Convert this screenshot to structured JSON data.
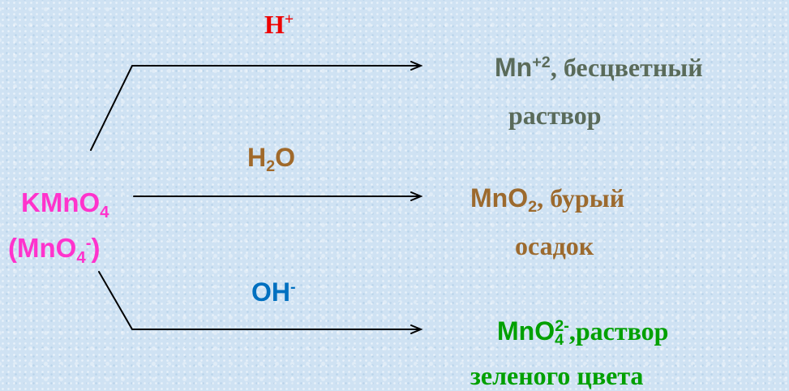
{
  "colors": {
    "reactant": "#ff33cc",
    "acid": "#ee0000",
    "water": "#a0692a",
    "base": "#0070c0",
    "mn2": "#5a6b5a",
    "mno2": "#9c6a2e",
    "mno4_2": "#00a000",
    "line": "#000000"
  },
  "reactant": {
    "formula_1": "KMnO",
    "formula_1_sub": "4",
    "formula_2_open": "(MnO",
    "formula_2_sub": "4",
    "formula_2_sup": "-",
    "formula_2_close": ")"
  },
  "conditions": {
    "acid": {
      "base": "H",
      "sup": "+"
    },
    "water": {
      "base": "H",
      "sub": "2",
      "end": "O"
    },
    "alkaline": {
      "base": "OH",
      "sup": "-"
    }
  },
  "products": {
    "acid": {
      "formula": "Mn",
      "sup": "+2",
      "text": ", бесцветный",
      "line2": "раствор"
    },
    "water": {
      "formula": "MnO",
      "sub": "2",
      "text": ", бурый",
      "line2": "осадок"
    },
    "alkaline": {
      "formula": "MnO",
      "sub": "4",
      "sup": "2-",
      "text": ",раствор",
      "line2": "зеленого цвета"
    }
  }
}
